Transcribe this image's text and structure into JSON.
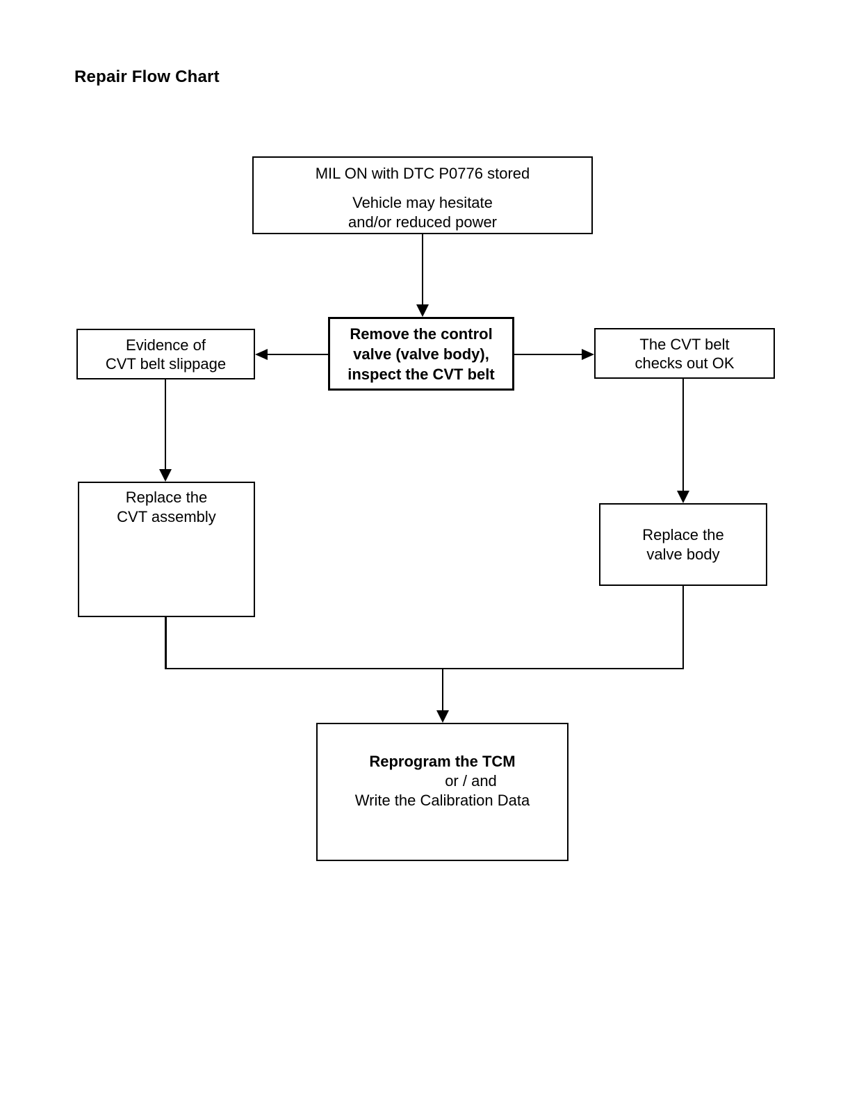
{
  "page": {
    "title": "Repair Flow Chart",
    "background_color": "#ffffff",
    "line_color": "#000000",
    "text_color": "#000000"
  },
  "flowchart": {
    "nodes": {
      "symptom": {
        "lines": [
          "MIL ON with DTC P0776 stored",
          "Vehicle may hesitate",
          "and/or reduced power"
        ]
      },
      "inspect": {
        "lines": [
          "Remove the control",
          "valve (valve body),",
          "inspect the CVT belt"
        ],
        "emphasis": "bold"
      },
      "slippage": {
        "lines": [
          "Evidence of",
          "CVT belt slippage"
        ]
      },
      "belt_ok": {
        "lines": [
          "The CVT belt",
          "checks out OK"
        ]
      },
      "replace_cvt": {
        "lines": [
          "Replace the",
          "CVT assembly"
        ]
      },
      "replace_valve_body": {
        "lines": [
          "Replace the",
          "valve body"
        ]
      },
      "reprogram": {
        "lines": [
          "Reprogram the TCM",
          "or / and",
          "Write the Calibration Data"
        ],
        "emphasis_line": "Reprogram the TCM"
      }
    }
  }
}
